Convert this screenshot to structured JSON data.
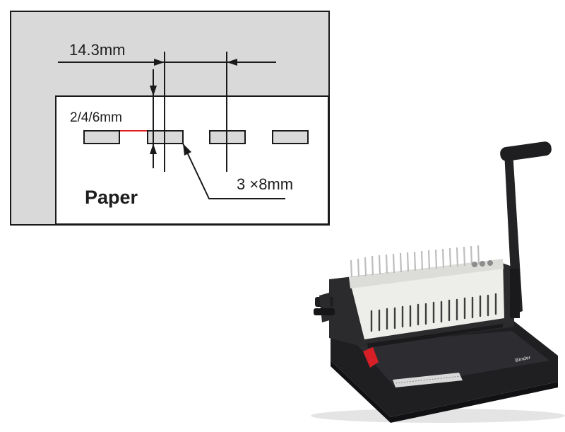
{
  "diagram": {
    "labels": {
      "hole_pitch": "14.3mm",
      "margin_depth": "2/4/6mm",
      "hole_size": "3 ×8mm",
      "paper": "Paper"
    },
    "colors": {
      "panel_background": "#d9d9d9",
      "paper_fill": "#ffffff",
      "hole_fill": "#d9d9d9",
      "line": "#1a1a1a",
      "margin_highlight": "#e02020"
    }
  },
  "product_photo": {
    "colors": {
      "body_dark": "#2b2b2d",
      "front_panel": "#ededea",
      "tray_base": "#1f1f22",
      "lever_stop": "#d61f26"
    }
  }
}
